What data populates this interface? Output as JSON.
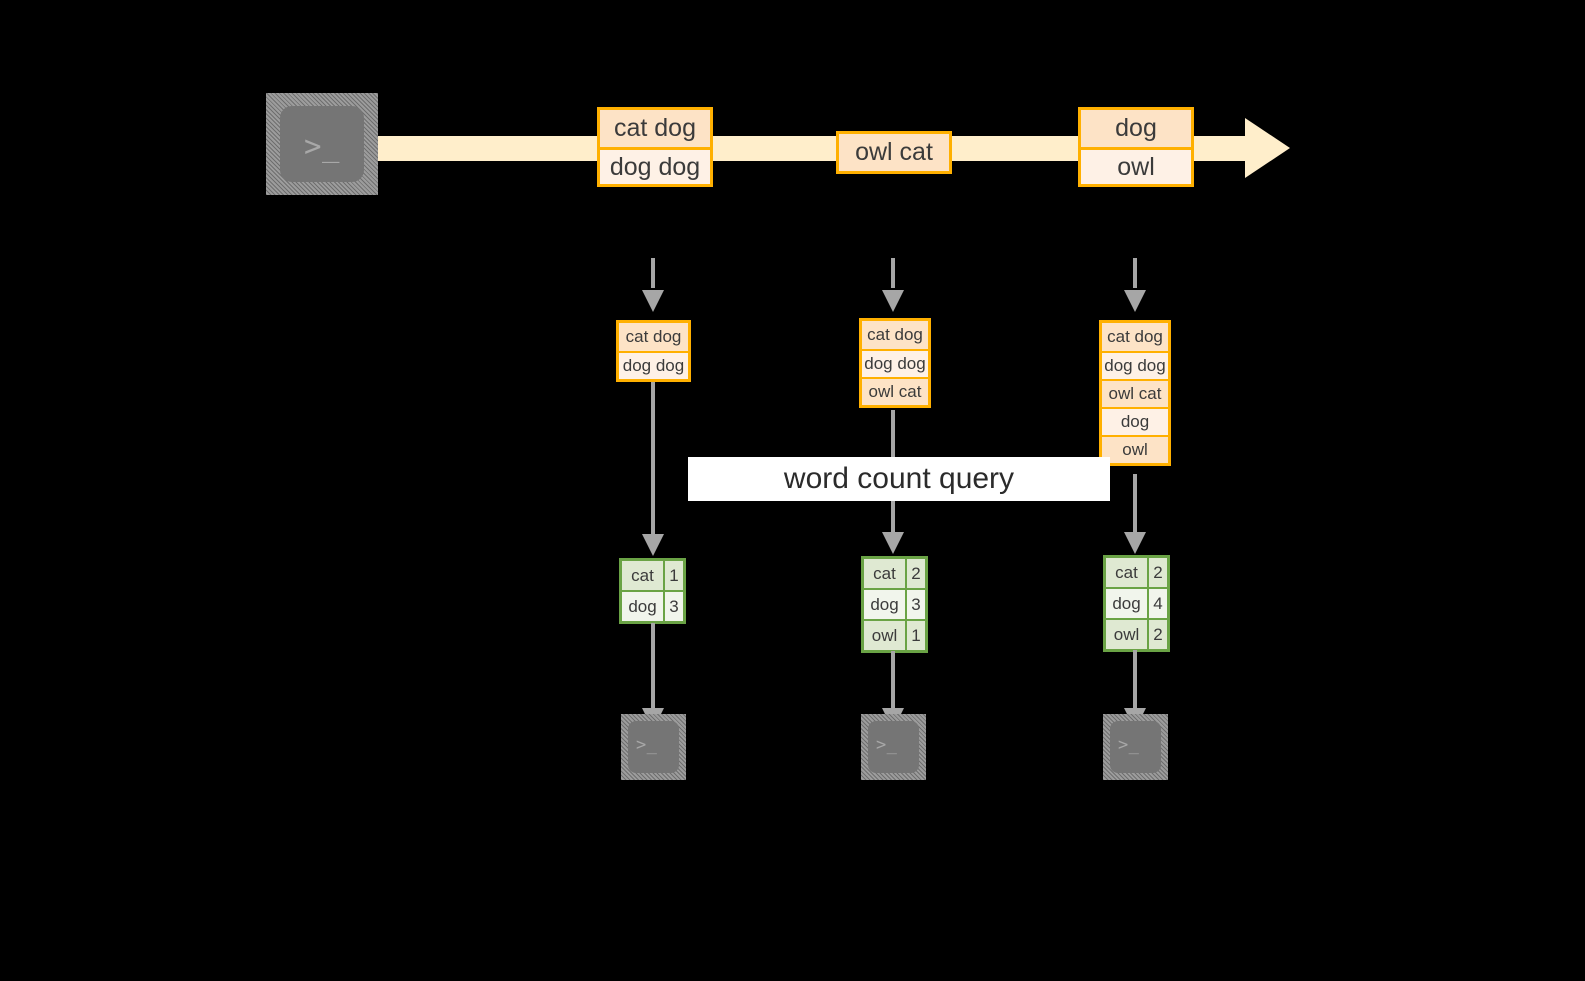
{
  "diagram": {
    "stream": {
      "source_icon": "terminal-icon",
      "source_prompt": ">_",
      "band_color": "#ffeecb",
      "records": [
        {
          "lines": [
            "cat dog",
            "dog dog"
          ]
        },
        {
          "lines": [
            "owl cat"
          ]
        },
        {
          "lines": [
            "dog",
            "owl"
          ]
        }
      ]
    },
    "query_label": "word count query",
    "columns": [
      {
        "input_lines": [
          "cat dog",
          "dog dog"
        ],
        "result": {
          "rows": [
            {
              "word": "cat",
              "count": "1"
            },
            {
              "word": "dog",
              "count": "3"
            }
          ]
        },
        "sink_icon": "terminal-icon",
        "sink_prompt": ">_"
      },
      {
        "input_lines": [
          "cat dog",
          "dog dog",
          "owl cat"
        ],
        "result": {
          "rows": [
            {
              "word": "cat",
              "count": "2"
            },
            {
              "word": "dog",
              "count": "3"
            },
            {
              "word": "owl",
              "count": "1"
            }
          ]
        },
        "sink_icon": "terminal-icon",
        "sink_prompt": ">_"
      },
      {
        "input_lines": [
          "cat dog",
          "dog dog",
          "owl cat",
          "dog",
          "owl"
        ],
        "result": {
          "rows": [
            {
              "word": "cat",
              "count": "2"
            },
            {
              "word": "dog",
              "count": "4"
            },
            {
              "word": "owl",
              "count": "2"
            }
          ]
        },
        "sink_icon": "terminal-icon",
        "sink_prompt": ">_"
      }
    ],
    "colors": {
      "orange_border": "#ffb000",
      "orange_fill_dark": "#fde3c6",
      "orange_fill_light": "#fef1e6",
      "green_border": "#6aa345",
      "green_fill_dark": "#dfe9d2",
      "green_fill_light": "#f1f5ec",
      "connector_gray": "#a6a6a6",
      "terminal_gray": "#757575",
      "background": "#000000"
    }
  }
}
